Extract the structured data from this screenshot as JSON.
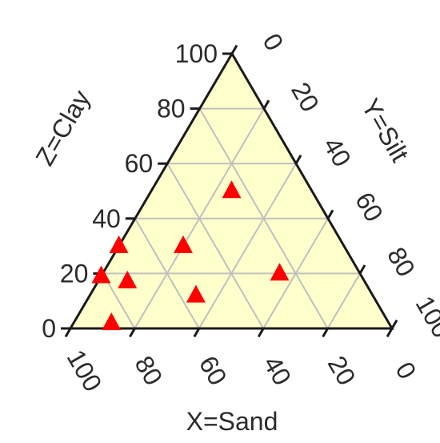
{
  "chart_data": {
    "type": "scatter",
    "subtype": "ternary",
    "title": "",
    "axes": {
      "x": {
        "label": "X=Sand",
        "ticks": [
          "100",
          "80",
          "60",
          "40",
          "20",
          "0"
        ]
      },
      "y": {
        "label": "Y=Silt",
        "ticks": [
          "0",
          "20",
          "40",
          "60",
          "80",
          "100"
        ]
      },
      "z": {
        "label": "Z=Clay",
        "ticks": [
          "0",
          "20",
          "40",
          "60",
          "80",
          "100"
        ]
      }
    },
    "grid_step": 20,
    "grid": true,
    "legend": "none",
    "colors": {
      "fill": "#FFFFCC",
      "grid": "#C0C0C0",
      "edge": "#1A1A1A",
      "marker": "#FF0000"
    },
    "marker": "triangle",
    "points": [
      {
        "sand": 88,
        "silt": 12,
        "clay": 2
      },
      {
        "sand": 85,
        "silt": 0,
        "clay": 20
      },
      {
        "sand": 73,
        "silt": 9,
        "clay": 17
      },
      {
        "sand": 70,
        "silt": 0,
        "clay": 30
      },
      {
        "sand": 55,
        "silt": 33,
        "clay": 12
      },
      {
        "sand": 50,
        "silt": 20,
        "clay": 30
      },
      {
        "sand": 25,
        "silt": 25,
        "clay": 50
      },
      {
        "sand": 25,
        "silt": 55,
        "clay": 20
      }
    ]
  }
}
